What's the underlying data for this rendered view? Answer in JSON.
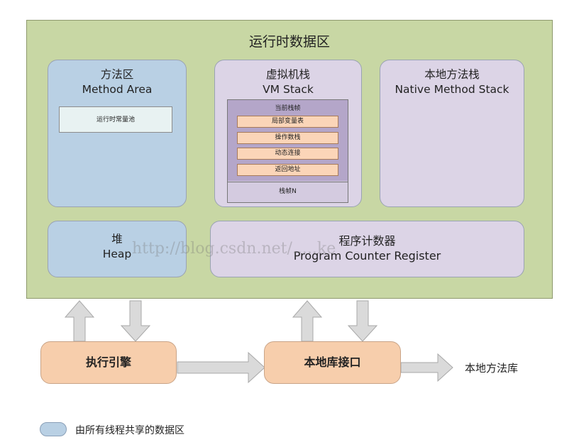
{
  "colors": {
    "runtime_bg": "#c8d7a4",
    "shared_region": "#b9d0e4",
    "thread_region": "#dcd4e6",
    "stack_frame": "#b4a6c9",
    "frame_item": "#fbd5b8",
    "stack_bottom": "#d4cbe0",
    "module": "#f7ceac",
    "arrow": "#dadada"
  },
  "runtime_area": {
    "title": "运行时数据区"
  },
  "method_area": {
    "title_cn": "方法区",
    "title_en": "Method Area",
    "inner_label": "运行时常量池"
  },
  "vm_stack": {
    "title_cn": "虚拟机栈",
    "title_en": "VM Stack",
    "current_frame": "当前栈帧",
    "frame_items": [
      "局部变量表",
      "操作数栈",
      "动态连接",
      "返回地址"
    ],
    "bottom_frame": "栈帧N"
  },
  "native_stack": {
    "title_cn": "本地方法栈",
    "title_en": "Native Method Stack"
  },
  "heap": {
    "title_cn": "堆",
    "title_en": "Heap"
  },
  "pc_register": {
    "title_cn": "程序计数器",
    "title_en": "Program Counter Register"
  },
  "execution_engine": {
    "label": "执行引擎"
  },
  "native_interface": {
    "label": "本地库接口"
  },
  "native_library": {
    "label": "本地方法库"
  },
  "legend": {
    "label": "由所有线程共享的数据区"
  },
  "watermark": {
    "text": "http://blog.csdn.net/.....ke"
  }
}
